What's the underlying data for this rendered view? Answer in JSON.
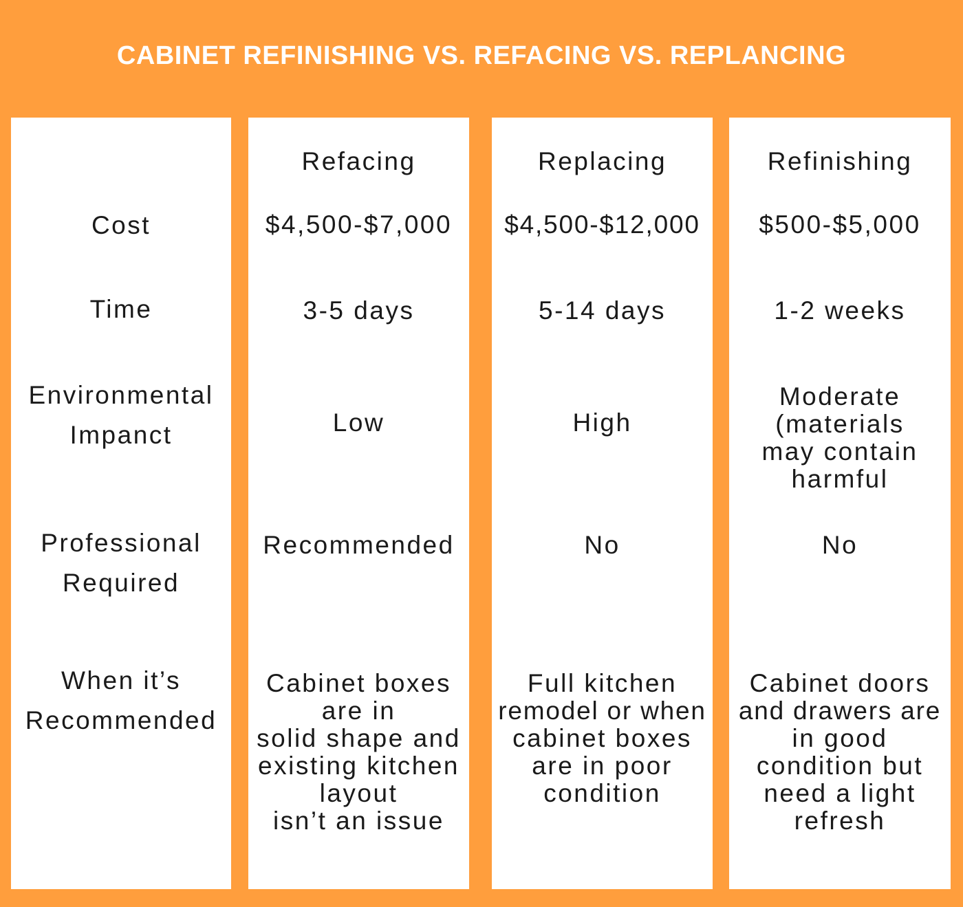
{
  "title": "CABINET REFINISHING VS. REFACING VS. REPLANCING",
  "colors": {
    "background": "#FF9E3D",
    "panel": "#FFFFFF",
    "text": "#1A1A1A",
    "title": "#FFFFFF"
  },
  "row_labels": {
    "cost": "Cost",
    "time": "Time",
    "environmental_line1": "Environmental",
    "environmental_line2": "Impanct",
    "professional_line1": "Professional",
    "professional_line2": "Required",
    "when_line1": "When it’s",
    "when_line2": "Recommended"
  },
  "columns": [
    {
      "header": "Refacing",
      "cost": "$4,500-$7,000",
      "time": "3-5 days",
      "environmental": [
        "Low"
      ],
      "professional": "Recommended",
      "when": [
        "Cabinet boxes",
        "are in",
        "solid shape and",
        "existing kitchen",
        "layout",
        "isn’t an issue"
      ]
    },
    {
      "header": "Replacing",
      "cost": "$4,500-$12,000",
      "time": "5-14 days",
      "environmental": [
        "High"
      ],
      "professional": "No",
      "when": [
        "Full kitchen",
        "remodel or when",
        "cabinet boxes",
        "are in poor",
        "condition"
      ]
    },
    {
      "header": "Refinishing",
      "cost": "$500-$5,000",
      "time": "1-2 weeks",
      "environmental": [
        "Moderate",
        "(materials",
        "may contain",
        "harmful"
      ],
      "professional": "No",
      "when": [
        "Cabinet doors",
        "and drawers are",
        "in good",
        "condition but",
        "need a light",
        "refresh"
      ]
    }
  ]
}
